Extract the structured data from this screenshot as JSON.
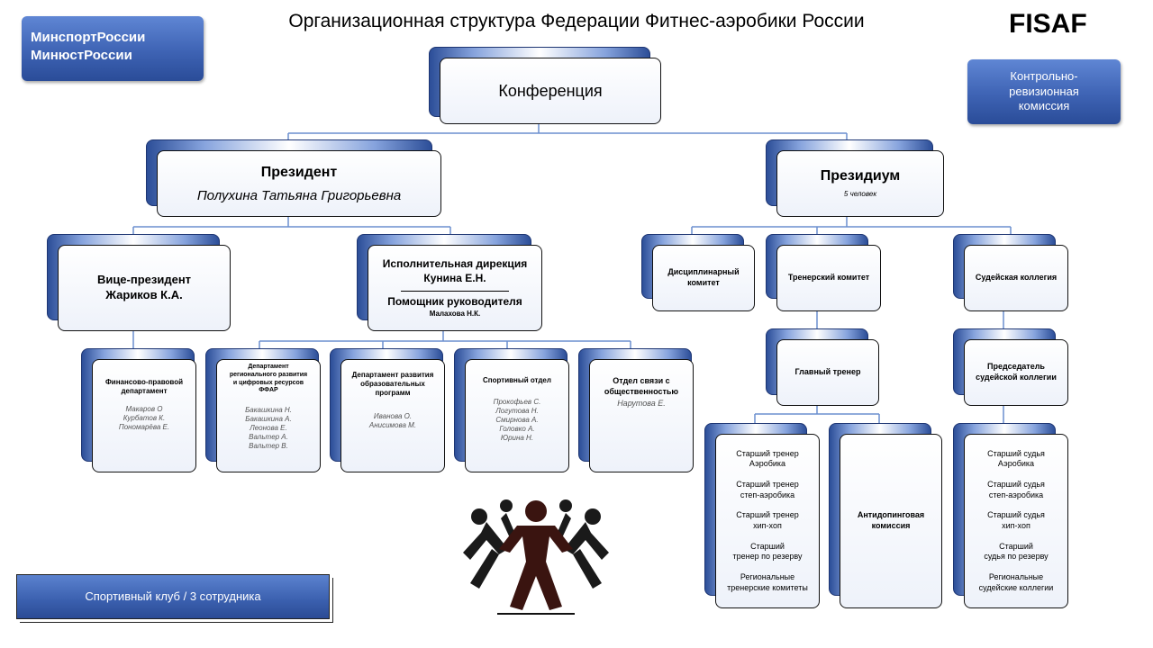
{
  "title": "Организационная структура Федерации Фитнес-аэробики России",
  "logo_text": "FISAF",
  "ministries": [
    "МинспортРоссии",
    "МинюстРоссии"
  ],
  "control_commission": "Контрольно-\nревизионная\nкомиссия",
  "conference": "Конференция",
  "president": {
    "title": "Президент",
    "name": "Полухина Татьяна Григорьевна"
  },
  "presidium": {
    "title": "Президиум",
    "note": "5 человек"
  },
  "vice_president": "Вице-президент\nЖариков К.А.",
  "exec_direction": {
    "title": "Исполнительная дирекция\nКунина Е.Н.",
    "assistant_title": "Помощник руководителя",
    "assistant_name": "Малахова Н.К."
  },
  "departments": [
    {
      "name": "Финансово-правовой\nдепартамент",
      "people": "Макаров О\nКурбатов К.\nПономарёва Е."
    },
    {
      "name": "Департамент\nрегионального развития\nи цифровых ресурсов\nФФАР",
      "people": "Бакашкина Н.\nБакашкина А.\nЛеонова Е.\nВальтер А.\nВальтер В."
    },
    {
      "name": "Департамент развития\nобразовательных\nпрограмм",
      "people": "Иванова О.\nАнисимова М."
    },
    {
      "name": "Спортивный отдел",
      "people": "Прокофьев С.\nЛогутова Н.\nСмирнова А.\nГоловко А.\nЮрина Н."
    },
    {
      "name": "Отдел связи с\nобщественностью",
      "people": "Нарутова Е."
    }
  ],
  "disciplinary": "Дисциплинарный\nкомитет",
  "trainer_committee": "Тренерский комитет",
  "judges_board": "Судейская коллегия",
  "head_coach": "Главный тренер",
  "judges_chair": "Председатель\nсудейской коллегии",
  "senior_trainers": [
    "Старший тренер\nАэробика",
    "Старший тренер\nстеп-аэробика",
    "Старший тренер\nхип-хоп",
    "Старший\nтренер по резерву",
    "Региональные\nтренерские комитеты"
  ],
  "antidoping": "Антидопинговая\nкомиссия",
  "senior_judges": [
    "Старший судья\nАэробика",
    "Старший судья\nстеп-аэробика",
    "Старший судья\nхип-хоп",
    "Старший\nсудья по резерву",
    "Региональные\nсудейские коллегии"
  ],
  "sports_club": "Спортивный клуб / 3 сотрудника",
  "colors": {
    "accent_blue": "#3e63b4",
    "line_blue": "#6b8fcf"
  }
}
